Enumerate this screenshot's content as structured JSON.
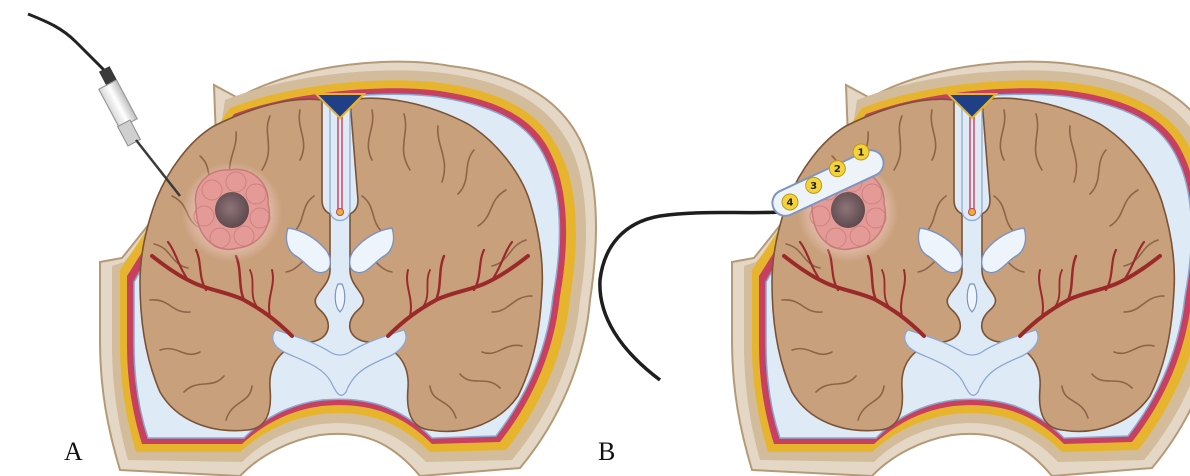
{
  "panels": [
    {
      "label": "A",
      "probe": "needle-electrode"
    },
    {
      "label": "B",
      "probe": "strip-electrode",
      "contacts": [
        "1",
        "2",
        "3",
        "4"
      ]
    }
  ],
  "colors": {
    "background": "#ffffff",
    "scalp": "#e2d5c3",
    "skull": "#d1bc9c",
    "dura_yellow": "#e4b52e",
    "pia_red": "#c23a5a",
    "csf": "#dde9f7",
    "brain": "#c9a07c",
    "sulcus": "#9c7152",
    "vessel": "#9a2a2a",
    "ventricle": "#eef4fb",
    "lesion_outer": "#e49b98",
    "lesion_core": "#7d6569",
    "electrode_contact": "#f4d23a",
    "sinus": "#1f3f86"
  }
}
